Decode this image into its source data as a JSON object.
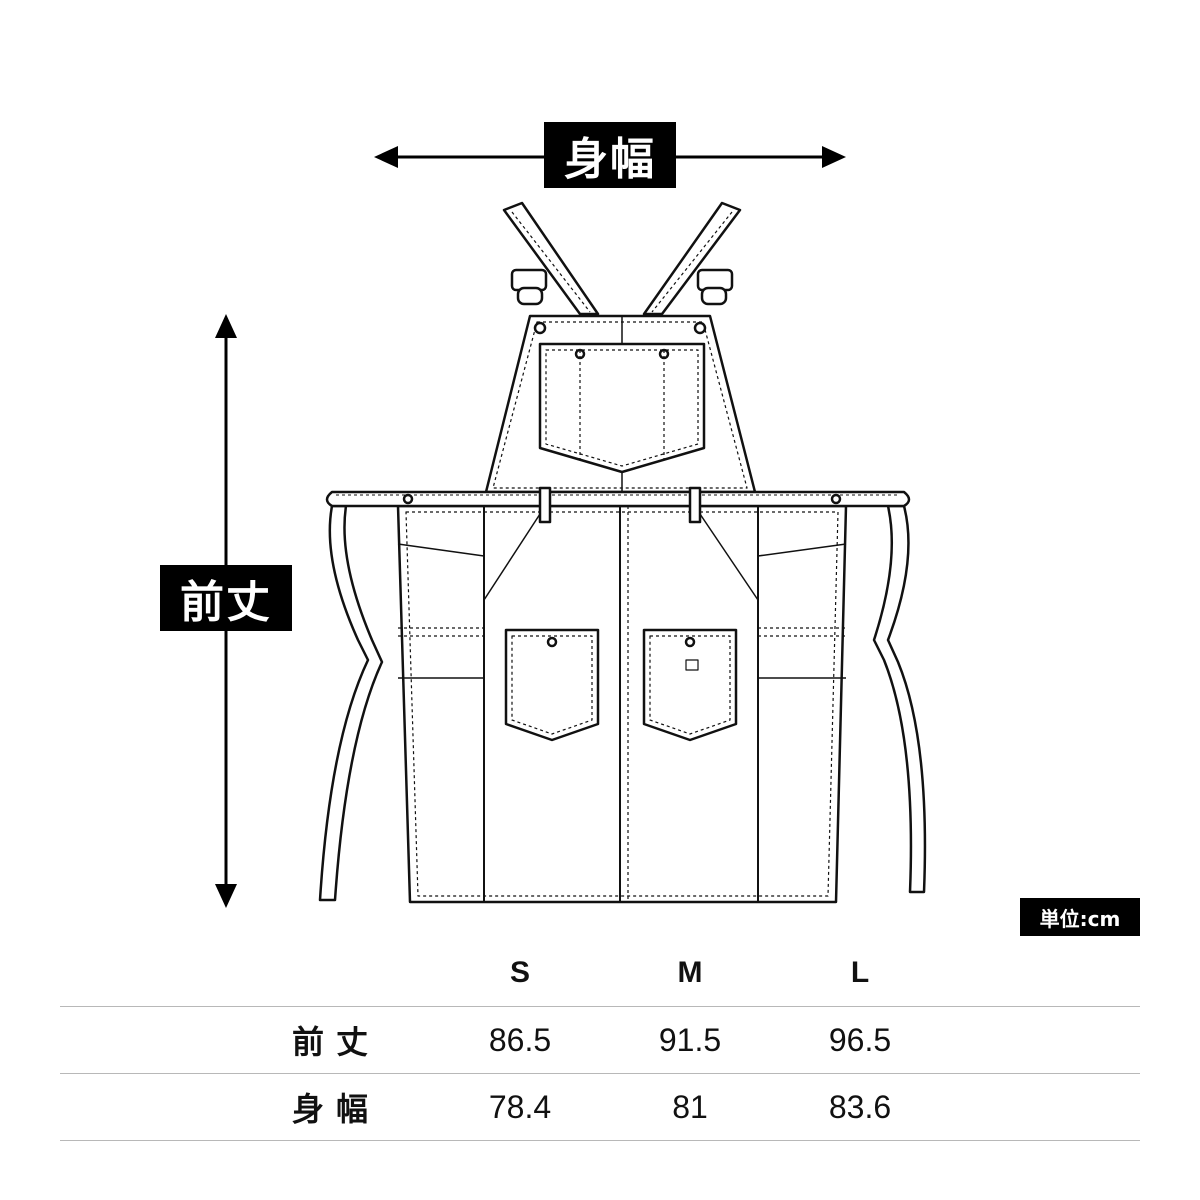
{
  "diagram": {
    "width_label": "身幅",
    "length_label": "前丈",
    "unit_label": "単位:cm"
  },
  "table": {
    "columns": [
      "",
      "S",
      "M",
      "L"
    ],
    "rows": [
      {
        "label": "前丈",
        "values": [
          "86.5",
          "91.5",
          "96.5"
        ]
      },
      {
        "label": "身幅",
        "values": [
          "78.4",
          "81",
          "83.6"
        ]
      }
    ]
  }
}
